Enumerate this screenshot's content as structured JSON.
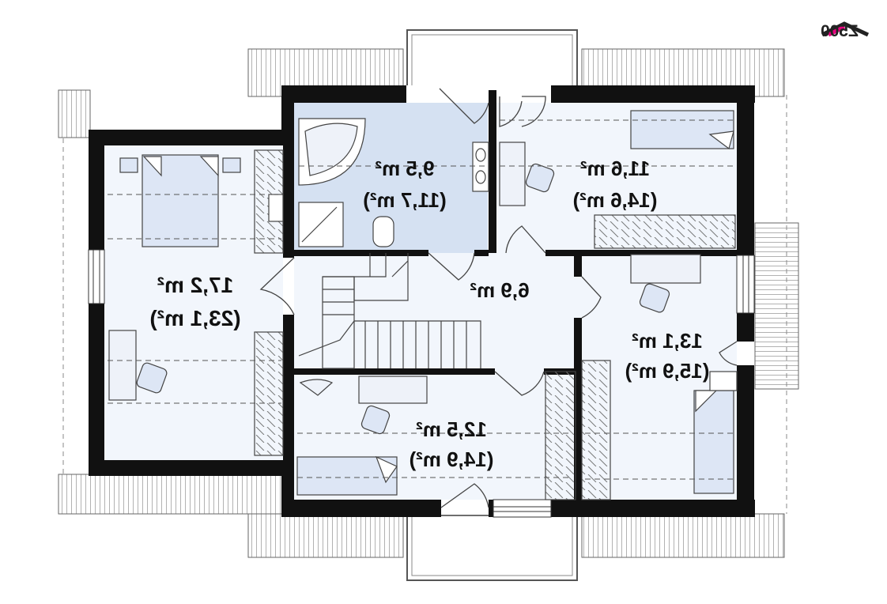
{
  "logo": {
    "text": "Z500",
    "accent_color": "#e6007e"
  },
  "colors": {
    "wall": "#111111",
    "floor": "#f2f6fc",
    "bathroom": "#d5e1f2",
    "furniture": "#dde6f5",
    "line": "#555555"
  },
  "rooms": [
    {
      "id": "bathroom",
      "area": "9,5 m²",
      "total": "(11,7 m²)"
    },
    {
      "id": "bedroom-top-right",
      "area": "11,6 m²",
      "total": "(14,6 m²)"
    },
    {
      "id": "bedroom-left",
      "area": "17,2 m²",
      "total": "(23,1 m²)"
    },
    {
      "id": "hall",
      "area": "6,9 m²",
      "total": ""
    },
    {
      "id": "bedroom-right",
      "area": "13,1 m²",
      "total": "(15,9 m²)"
    },
    {
      "id": "bedroom-bottom",
      "area": "12,5 m²",
      "total": "(14,9 m²)"
    }
  ]
}
